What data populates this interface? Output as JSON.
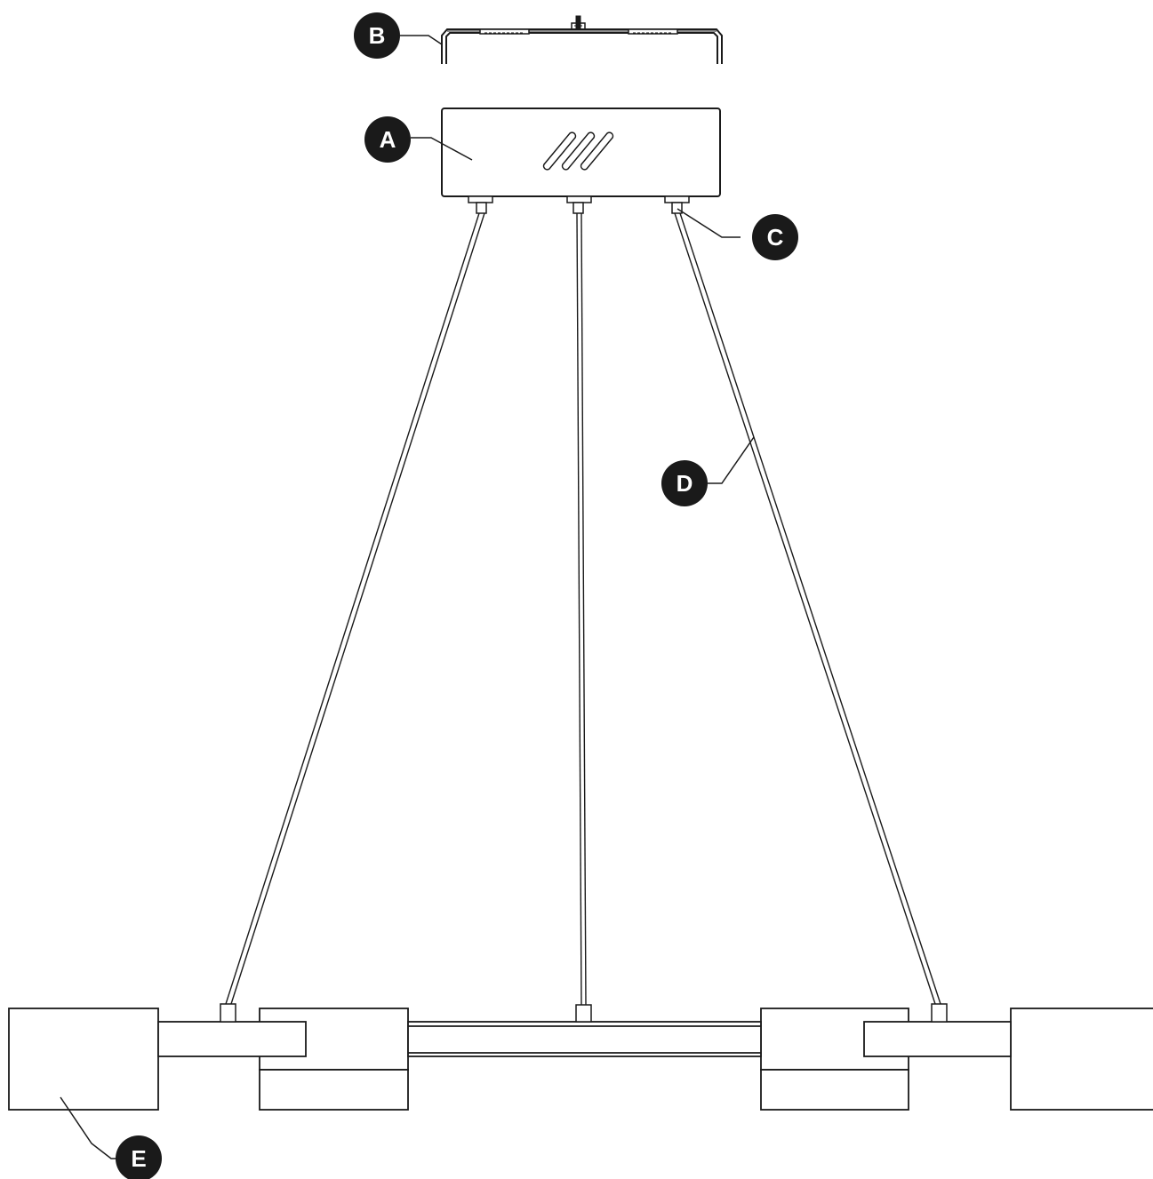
{
  "diagram": {
    "colors": {
      "line": "#1a1a1a",
      "callout_fill": "#1a1a1a",
      "callout_text": "#ffffff",
      "background": "#ffffff"
    },
    "callouts": {
      "a": "A",
      "b": "B",
      "c": "C",
      "d": "D",
      "e": "E"
    },
    "icons": {
      "mounting_screw": "mounting-screw-icon",
      "glass_reflection": "glass-reflection-icon"
    }
  }
}
